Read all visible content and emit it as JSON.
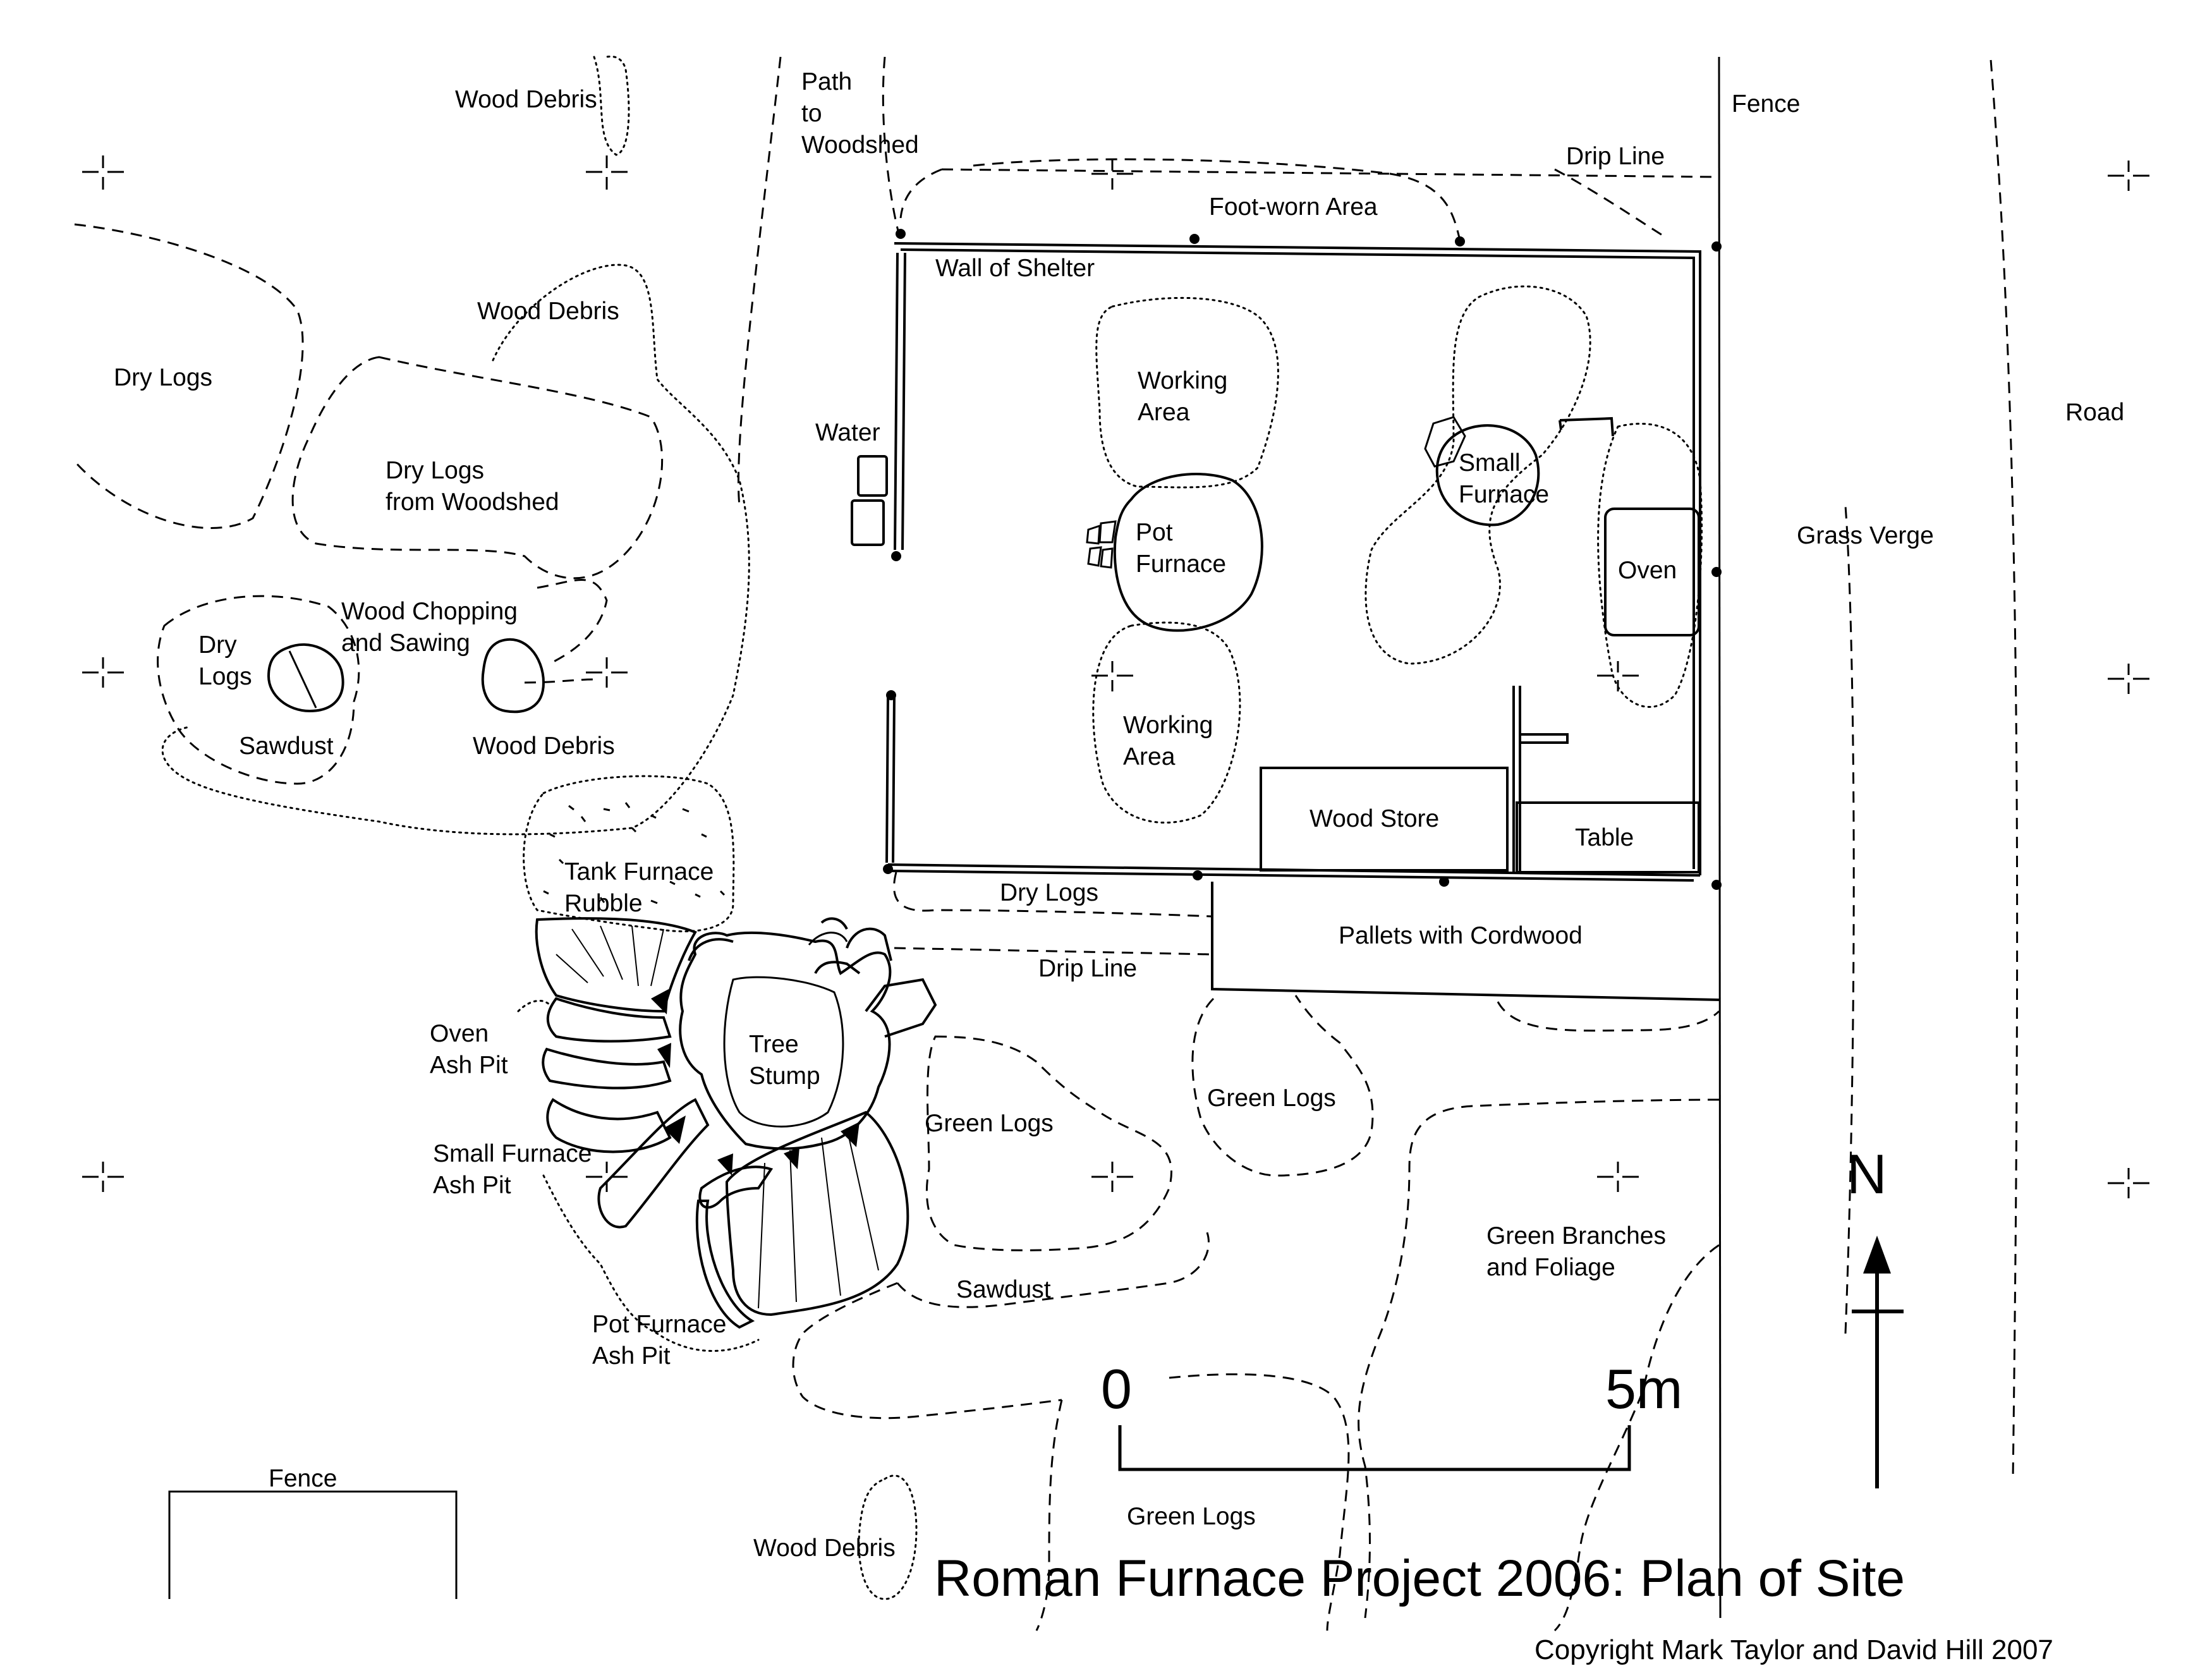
{
  "title": "Roman Furnace Project 2006: Plan of Site",
  "copyright": "Copyright Mark Taylor and David Hill 2007",
  "north_label": "N",
  "scale": {
    "start": "0",
    "end": "5m"
  },
  "labels": {
    "wood_debris_top": "Wood Debris",
    "path_line1": "Path",
    "path_line2": "to",
    "path_line3": "Woodshed",
    "fence_top": "Fence",
    "drip_line_top": "Drip Line",
    "foot_worn": "Foot-worn Area",
    "wall_of_shelter": "Wall of Shelter",
    "wood_debris_mid": "Wood Debris",
    "dry_logs_left": "Dry Logs",
    "dry_logs_woodshed_1": "Dry Logs",
    "dry_logs_woodshed_2": "from Woodshed",
    "water": "Water",
    "working_area_top_1": "Working",
    "working_area_top_2": "Area",
    "small_furnace_1": "Small",
    "small_furnace_2": "Furnace",
    "road": "Road",
    "pot_furnace_1": "Pot",
    "pot_furnace_2": "Furnace",
    "grass_verge": "Grass Verge",
    "oven": "Oven",
    "wood_chopping_1": "Wood Chopping",
    "wood_chopping_2": "and Sawing",
    "dry_logs_small_1": "Dry",
    "dry_logs_small_2": "Logs",
    "sawdust_left": "Sawdust",
    "wood_debris_chop": "Wood Debris",
    "working_area_bottom_1": "Working",
    "working_area_bottom_2": "Area",
    "wood_store": "Wood Store",
    "table": "Table",
    "tank_furnace_1": "Tank Furnace",
    "tank_furnace_2": "Rubble",
    "dry_logs_bottom": "Dry Logs",
    "pallets": "Pallets with Cordwood",
    "drip_line_bottom": "Drip Line",
    "oven_ash_1": "Oven",
    "oven_ash_2": "Ash Pit",
    "tree_stump_1": "Tree",
    "tree_stump_2": "Stump",
    "green_logs_mid": "Green Logs",
    "green_logs_right": "Green Logs",
    "small_furnace_ash_1": "Small Furnace",
    "small_furnace_ash_2": "Ash Pit",
    "green_branches_1": "Green Branches",
    "green_branches_2": "and Foliage",
    "sawdust_bottom": "Sawdust",
    "pot_furnace_ash_1": "Pot Furnace",
    "pot_furnace_ash_2": "Ash Pit",
    "fence_bottom": "Fence",
    "green_logs_bottom": "Green Logs",
    "wood_debris_bottom": "Wood Debris"
  }
}
